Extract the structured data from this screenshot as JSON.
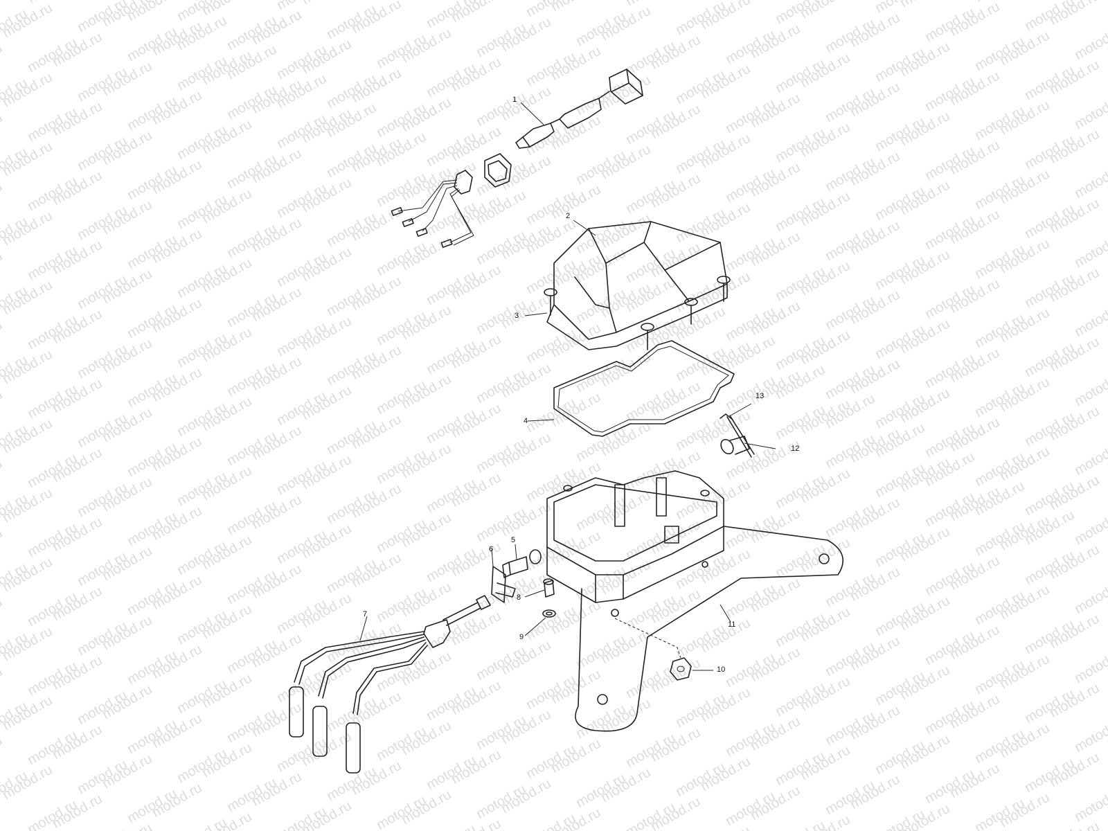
{
  "watermark_text": "motod.ru",
  "callouts": [
    {
      "id": "1",
      "label": "1"
    },
    {
      "id": "2",
      "label": "2"
    },
    {
      "id": "3",
      "label": "3"
    },
    {
      "id": "4",
      "label": "4"
    },
    {
      "id": "5",
      "label": "5"
    },
    {
      "id": "6",
      "label": "6"
    },
    {
      "id": "7",
      "label": "7"
    },
    {
      "id": "8",
      "label": "8"
    },
    {
      "id": "9",
      "label": "9"
    },
    {
      "id": "10",
      "label": "10"
    },
    {
      "id": "11",
      "label": "11"
    },
    {
      "id": "12",
      "label": "12"
    },
    {
      "id": "13",
      "label": "13"
    }
  ],
  "colors": {
    "line": "#222222",
    "watermark": "#dcdcdc",
    "background": "#ffffff"
  }
}
